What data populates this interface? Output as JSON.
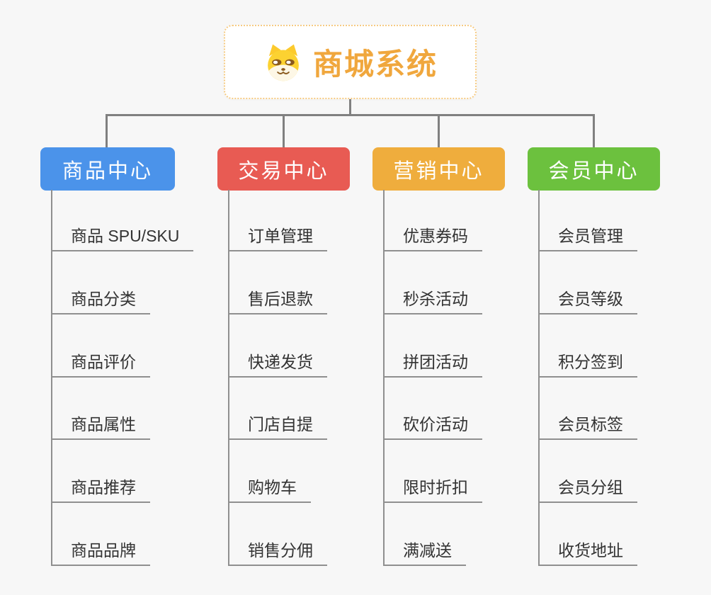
{
  "canvas": {
    "background": "#f7f7f7",
    "connector_color": "#808080",
    "underline_color": "#8f8f8f"
  },
  "root": {
    "title": "商城系统",
    "icon": "dog-face-icon",
    "text_color": "#f0a73d",
    "border_color": "#f6cb83",
    "background": "#ffffff"
  },
  "branches": [
    {
      "label": "商品中心",
      "color": "#4b93ea",
      "items": [
        "商品 SPU/SKU",
        "商品分类",
        "商品评价",
        "商品属性",
        "商品推荐",
        "商品品牌"
      ]
    },
    {
      "label": "交易中心",
      "color": "#e85b53",
      "items": [
        "订单管理",
        "售后退款",
        "快递发货",
        "门店自提",
        "购物车",
        "销售分佣"
      ]
    },
    {
      "label": "营销中心",
      "color": "#efad3d",
      "items": [
        "优惠券码",
        "秒杀活动",
        "拼团活动",
        "砍价活动",
        "限时折扣",
        "满减送"
      ]
    },
    {
      "label": "会员中心",
      "color": "#6cc13e",
      "items": [
        "会员管理",
        "会员等级",
        "积分签到",
        "会员标签",
        "会员分组",
        "收货地址"
      ]
    }
  ]
}
